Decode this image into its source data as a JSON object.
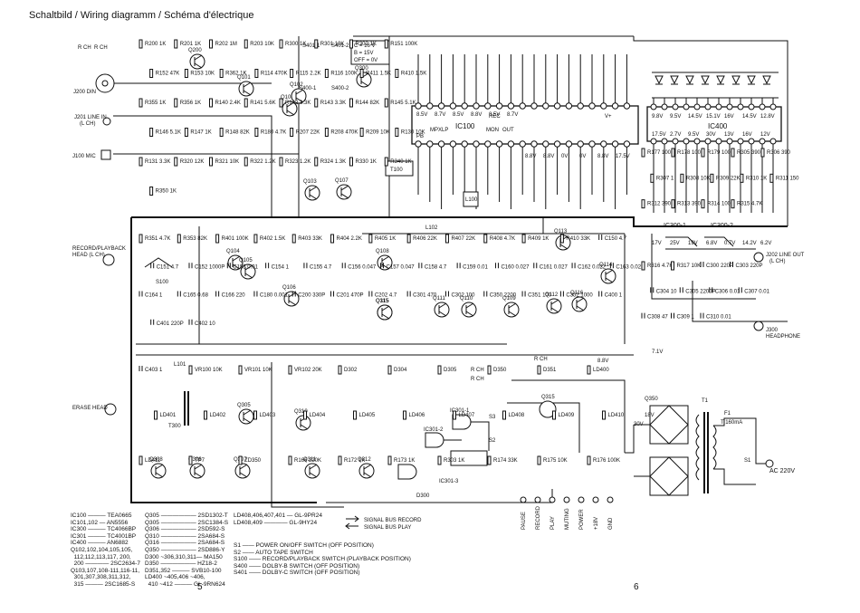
{
  "title": "Schaltbild / Wiring diagramm / Schéma d'électrique",
  "page_numbers": [
    "5",
    "6"
  ],
  "connectors": {
    "j200": "J200 DIN",
    "rch_lch": [
      "R CH",
      "R CH"
    ],
    "j201": "J201 LINE IN",
    "j201_sub": "(L CH)",
    "j100": "J100 MIC",
    "head_rp": "RECORD/PLAYBACK",
    "head_rp2": "HEAD (L CH)",
    "erase": "ERASE HEAD",
    "j202": "J202 LINE OUT",
    "j202_sub": "(L CH)",
    "j300": "J300",
    "headphone": "HEADPHONE",
    "ac": "AC 220V",
    "fuse": "F1",
    "fuse_val": "T 160mA"
  },
  "ics": {
    "ic100": "IC100",
    "ic100_pins": [
      "MPX",
      "LP",
      "PB",
      "REC",
      "MON",
      "OUT",
      "V+"
    ],
    "ic400": "IC400",
    "ic300_1": "IC300-1",
    "ic300_2": "IC300-2",
    "ic301_1": "IC301-1",
    "ic301_2": "IC301-2",
    "ic301_3": "IC301-3",
    "t100": "T100",
    "l100": "L100",
    "l101": "L101",
    "l102": "L102",
    "t300": "T300",
    "t1": "T1"
  },
  "transistors": [
    "Q200",
    "Q300",
    "Q100",
    "Q101",
    "Q102",
    "Q103",
    "Q104",
    "Q105",
    "Q106",
    "Q107",
    "Q108",
    "Q109",
    "Q110",
    "Q111",
    "Q112",
    "Q113",
    "Q114",
    "Q115",
    "Q116",
    "Q305",
    "Q306",
    "Q307",
    "Q308",
    "Q310",
    "Q311",
    "Q312",
    "Q315",
    "Q350"
  ],
  "switches": {
    "s401_1": "S401-1",
    "s401_2": "S401-2",
    "s400_1": "S400-1",
    "s400_2": "S400-2",
    "s100": "S100",
    "s1": "S1",
    "s2": "S2",
    "s3": "S3",
    "supply": [
      "C = 16 V",
      "B = 15V",
      "OFF = 0V"
    ]
  },
  "parts_labels": [
    "R200 1K",
    "R201 1K",
    "R202 1M",
    "R203 10K",
    "R300 1K",
    "R301 10K",
    "R302 1K",
    "R151 100K",
    "R152 47K",
    "R153 10K",
    "R362 1K",
    "R114 470K",
    "R115 2.2K",
    "R116 100K",
    "R411 1.5K",
    "R410 1.5K",
    "R355 1K",
    "R356 1K",
    "R140 2.4K",
    "R141 5.6K",
    "R142 3.3K",
    "R143 3.3K",
    "R144 82K",
    "R145 5.1K",
    "R146 5.1K",
    "R147 1K",
    "R148 82K",
    "R180 4.7K",
    "R207 22K",
    "R208 470K",
    "R209 10K",
    "R130 10K",
    "R131 3.3K",
    "R320 12K",
    "R321 10K",
    "R322 1.2K",
    "R323 1.2K",
    "R324 1.3K",
    "R330 1K",
    "R340 1K",
    "R350 1K",
    "R351 4.7K",
    "R353 82K",
    "R401 100K",
    "R402 1.5K",
    "R403 33K",
    "R404 2.2K",
    "R405 1K",
    "R406 22K",
    "R407 22K",
    "R408 4.7K",
    "R409 1K",
    "R410 33K",
    "C150 4.7",
    "C151 4.7",
    "C152 1000P",
    "C153 0.01",
    "C154 1",
    "C155 4.7",
    "C156 0.047",
    "C157 0.047",
    "C158 4.7",
    "C159 0.01",
    "C160 0.027",
    "C161 0.027",
    "C162 0.022",
    "C163 0.022",
    "C164 1",
    "C165 0.68",
    "C166 220",
    "C180 0.001",
    "C200 330P",
    "C201 470P",
    "C202 4.7",
    "C301 470",
    "C302 100",
    "C350 2200",
    "C351 100",
    "C352 1000",
    "C400 1",
    "C401 220P",
    "C402 10",
    "C403 1",
    "VR100 10K",
    "VR101 10K",
    "VR102 20K",
    "D302",
    "D304",
    "D305",
    "D350",
    "D351",
    "LD400",
    "LD401",
    "LD402",
    "LD403",
    "LD404",
    "LD405",
    "LD406",
    "LD407",
    "LD408",
    "LD409",
    "LD410",
    "LD411",
    "TP7",
    "ZD350",
    "R166 220K",
    "R172 1K",
    "R173 1K",
    "R303 1K",
    "R174 33K",
    "R175 10K",
    "R176 100K",
    "R177 100K",
    "R178 100K",
    "R179 100K",
    "R305 390",
    "R306 390",
    "R307 1",
    "R308 10K",
    "R309 22K",
    "R310 1K",
    "R311 150",
    "R312 390",
    "R313 390",
    "R314 100K",
    "R315 4.7K",
    "R316 4.7K",
    "R317 10K",
    "C300 220P",
    "C303 220P",
    "C304 10",
    "C305 2200P",
    "C306 0.01",
    "C307 0.01",
    "C308 47",
    "C309 1",
    "C310 0.01"
  ],
  "voltages": [
    "8.5V",
    "8.7V",
    "8.5V",
    "8.8V",
    "8.5V",
    "8.7V",
    "8.8V",
    "8.8V",
    "0V",
    "0V",
    "8.8V",
    "17.5V",
    "9.8V",
    "9.5V",
    "14.5V",
    "15.1V",
    "16V",
    "14.5V",
    "12.8V",
    "17.5V",
    "2.7V",
    "9.5V",
    "30V",
    "13V",
    "16V",
    "12V",
    "17V",
    "25V",
    "19V",
    "6.8V",
    "0.7V",
    "14.2V",
    "6.2V",
    "7.1V"
  ],
  "signal_buses": {
    "record": "SIGNAL BUS RECORD",
    "play": "SIGNAL BUS PLAY"
  },
  "bus_taps": [
    "R CH",
    "R CH",
    "R CH",
    "8.8V",
    "18V",
    "30V",
    "D300"
  ],
  "control_pins": [
    "PAUSE",
    "RECORD",
    "PLAY",
    "MUTING",
    "POWER",
    "+18V",
    "GND"
  ],
  "legend_parts": [
    "IC100 ——— TEA0665",
    "IC101,102 — AN5556",
    "IC300 ——— TC4066BP",
    "IC301 ——— TC4001BP",
    "IC400 ——— AN6882",
    "",
    "Q102,102,104,105,105,",
    "  112,112,113,117, 200,",
    "  200 ———— 2SC2634-7",
    "Q103,107,108-111,116-11,",
    "  301,307,308,311,312,",
    "  315 ——— 2SC1685-S"
  ],
  "legend_parts2": [
    "LD408,406,407,401 — GL-9PR24",
    "LD408,409 ———— GL-9HY24",
    "",
    "Q305 —————— 2SD1302-T",
    "Q305 —————— 2SC1384-S",
    "Q306 —————— 2SD592-S",
    "Q310 —————— 2SA684-S",
    "Q316 —————— 2SA684-S",
    "Q350 —————— 2SD886-Y",
    "",
    "D300 ~306,310,311— MA150",
    "D350 —————— HZ18-2",
    "D351,352 ——— SVB10-100",
    "LD400 ~405,406 ~406,",
    "  410 ~412 ——— GL-9RN624"
  ],
  "legend_switches": [
    "S1 —— POWER ON/OFF SWITCH (OFF POSITION)",
    "S2 —— AUTO TAPE SWITCH",
    "S100 —— RECORD/PLAYBACK SWITCH (PLAYBACK POSITION)",
    "S400 —— DOLBY-B SWITCH (OFF POSITION)",
    "S401 —— DOLBY-C SWITCH (OFF POSITION)"
  ]
}
